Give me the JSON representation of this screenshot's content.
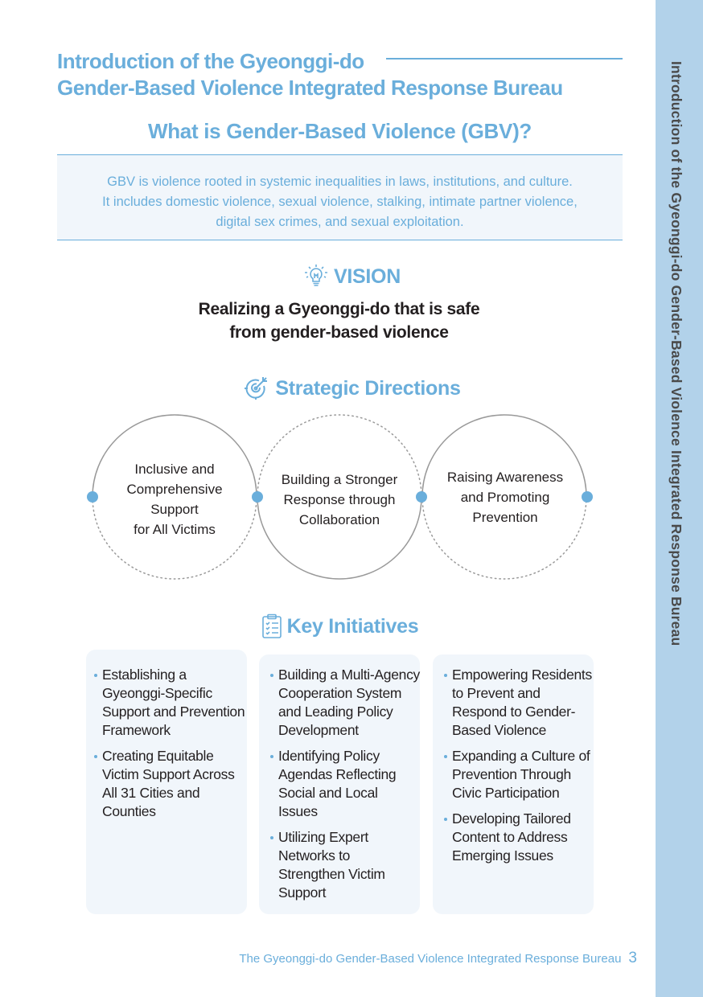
{
  "sidebar": {
    "text": "Introduction of the Gyeonggi-do Gender-Based Violence Integrated Response Bureau"
  },
  "title": {
    "line1": "Introduction of the Gyeonggi-do",
    "line2": "Gender-Based Violence Integrated Response Bureau"
  },
  "gbv": {
    "heading": "What is Gender-Based Violence (GBV)?",
    "lines": [
      "GBV is violence rooted in systemic inequalities in laws, institutions, and culture.",
      "It includes domestic violence, sexual violence, stalking, intimate partner violence,",
      "digital sex crimes, and sexual exploitation."
    ]
  },
  "vision": {
    "heading": "VISION",
    "icon": "lightbulb-icon",
    "lines": [
      "Realizing a Gyeonggi-do that is safe",
      "from gender-based violence"
    ]
  },
  "strategic": {
    "heading": "Strategic Directions",
    "icon": "target-icon",
    "items": [
      [
        "Inclusive and",
        "Comprehensive",
        "Support",
        "for All Victims"
      ],
      [
        "Building a Stronger",
        "Response through",
        "Collaboration"
      ],
      [
        "Raising Awareness",
        "and Promoting",
        "Prevention"
      ]
    ]
  },
  "initiatives": {
    "heading": "Key Initiatives",
    "icon": "clipboard-icon",
    "columns": [
      [
        "Establishing a Gyeonggi-Specific Support and Prevention Framework",
        "Creating Equitable Victim Support Across All 31 Cities and Counties"
      ],
      [
        "Building a Multi-Agency Cooperation System and Leading Policy Development",
        "Identifying Policy Agendas Reflecting Social and Local Issues",
        "Utilizing Expert Networks to Strengthen Victim Support"
      ],
      [
        "Empowering Residents to Prevent and Respond to Gender-Based Violence",
        "Expanding a Culture of Prevention Through Civic Participation",
        "Developing Tailored Content to Address Emerging Issues"
      ]
    ]
  },
  "footer": {
    "text": "The Gyeonggi-do Gender-Based Violence Integrated Response Bureau",
    "page": "3"
  },
  "colors": {
    "accent": "#6aaedb",
    "sidebar": "#b2d2ea",
    "box": "#f1f6fb"
  }
}
